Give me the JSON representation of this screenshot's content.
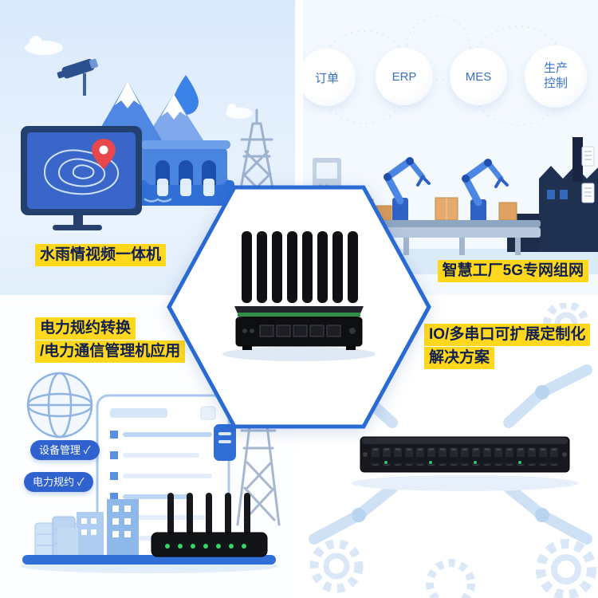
{
  "quadrants": {
    "top_left": {
      "label": "水雨情视频一体机"
    },
    "top_right": {
      "label": "智慧工厂5G专网组网",
      "bubbles": [
        "订单",
        "ERP",
        "MES",
        "生产控制"
      ]
    },
    "bottom_left": {
      "label_line1": "电力规约转换",
      "label_line2": "/电力通信管理机应用",
      "badges": [
        "设备管理 ✓",
        "电力规约 ✓"
      ]
    },
    "bottom_right": {
      "label_line1": "IO/多串口可扩展定制化",
      "label_line2": "解决方案"
    }
  },
  "colors": {
    "accent_blue": "#2a6ad4",
    "highlight_yellow": "#ffd71c",
    "label_text": "#0f2050",
    "badge_blue": "#2f62cf",
    "panel_blue": "#d9e9fb"
  },
  "icons": {
    "center": "5g-router-8-antennas-in-hexagon",
    "top_left": [
      "cctv-camera",
      "water-drop",
      "mountains",
      "dam",
      "power-tower",
      "monitor-contour-map",
      "map-pin"
    ],
    "top_right": [
      "wifi-arcs",
      "robot-arm",
      "conveyor-belt",
      "cargo-boxes",
      "factory"
    ],
    "bottom_left": [
      "globe",
      "tablet-checklist",
      "power-tower",
      "oil-barrels",
      "buildings",
      "router-5-antennas"
    ],
    "bottom_right": [
      "gear",
      "robot-arm",
      "rack-io-device"
    ]
  }
}
